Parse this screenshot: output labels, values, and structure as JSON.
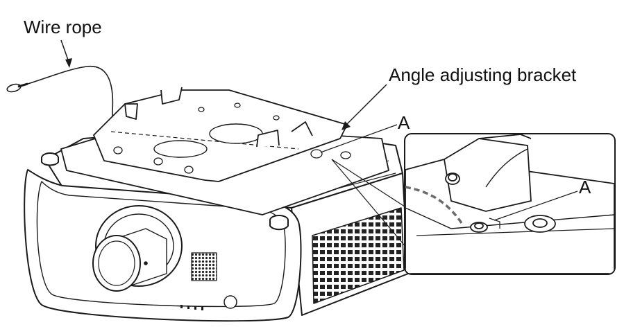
{
  "labels": {
    "wire_rope": "Wire rope",
    "angle_bracket": "Angle adjusting bracket",
    "marker_a_main": "A",
    "marker_a_detail": "A"
  },
  "colors": {
    "line": "#1a1a1a",
    "body_fill": "#ffffff",
    "vent_fill": "#2b2b2b",
    "rope_dashed": "#6a6a6a",
    "shade": "#e9e9e9"
  },
  "icons": {
    "projector": "projector-drawing",
    "bracket": "mounting-bracket",
    "detail": "magnified-detail-inset"
  }
}
